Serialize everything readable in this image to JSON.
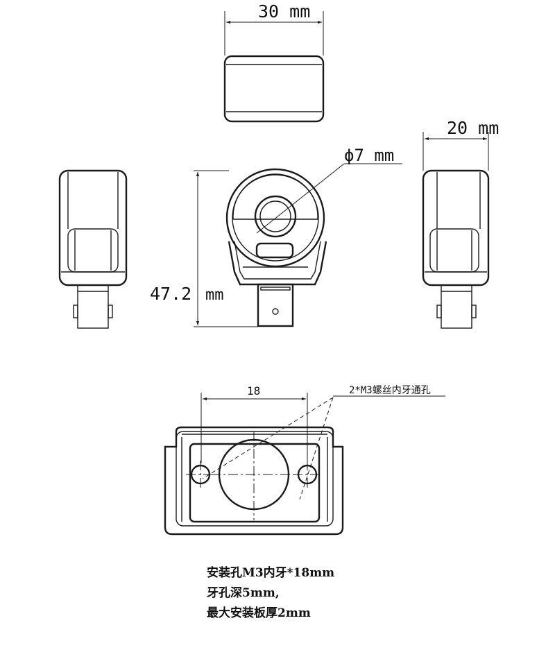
{
  "dimensions": {
    "width_30": "30 mm",
    "width_20": "20 mm",
    "diameter_7": "ϕ7 mm",
    "height_value": "47.2",
    "height_unit": "mm",
    "spacing_18": "18"
  },
  "callout": "2*M3螺丝内牙通孔",
  "notes": [
    "安装孔M3内牙*18mm",
    "牙孔深5mm,",
    "最大安装板厚2mm"
  ]
}
